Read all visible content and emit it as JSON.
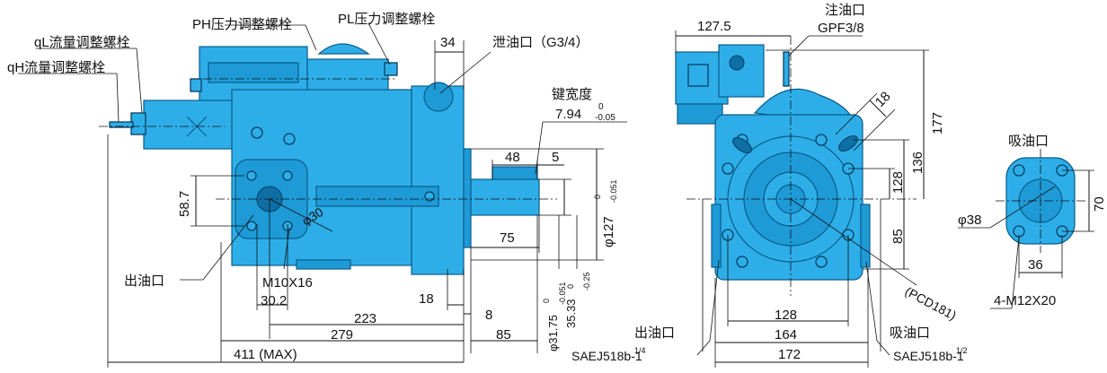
{
  "labels": {
    "ph_bolt": "PH压力调整螺栓",
    "pl_bolt": "PL压力调整螺栓",
    "ql_bolt": "qL流量调整螺栓",
    "qh_bolt": "qH流量调整螺栓",
    "drain_port": "泄油口（G3/4）",
    "key_width": "键宽度",
    "oil_fill": "注油口",
    "oil_fill_spec": "GPF3/8",
    "outlet_left": "出油口",
    "outlet_bottom": "出油口",
    "outlet_spec": "SAEJ518b-1",
    "outlet_spec_sup": "1/4",
    "inlet_bottom": "吸油口",
    "inlet_spec": "SAEJ518b-1",
    "inlet_spec_sup": "1/2",
    "inlet_top": "吸油口",
    "pcd": "(PCD181)",
    "bolt_spec_out": "M10X16",
    "bolt_spec_in": "4-M12X20"
  },
  "dimensions": {
    "d34": "34",
    "key_val": "7.94",
    "key_tol_up": "0",
    "key_tol_low": "-0.05",
    "d48": "48",
    "d5": "5",
    "d75": "75",
    "shaft_dia_val": "φ127",
    "shaft_dia_tol_up": "0",
    "shaft_dia_tol_low": "-0.051",
    "d58_7": "58.7",
    "d30_dia": "φ30",
    "d30_2": "30.2",
    "d18": "18",
    "d8": "8",
    "d223": "223",
    "d279": "279",
    "d85_left": "85",
    "d411": "411 (MAX)",
    "shaft_d1_val": "φ31.75",
    "shaft_d1_tol_up": "0",
    "shaft_d1_tol_low": "-0.051",
    "shaft_d2_val": "35.33",
    "shaft_d2_tol_up": "0",
    "shaft_d2_tol_low": "-0.25",
    "d127_5": "127.5",
    "d18_angle": "18",
    "d177": "177",
    "d136": "136",
    "d128_v": "128",
    "d85_v": "85",
    "d128_h": "128",
    "d164": "164",
    "d172": "172",
    "d38_dia": "φ38",
    "d70": "70",
    "d36": "36"
  }
}
